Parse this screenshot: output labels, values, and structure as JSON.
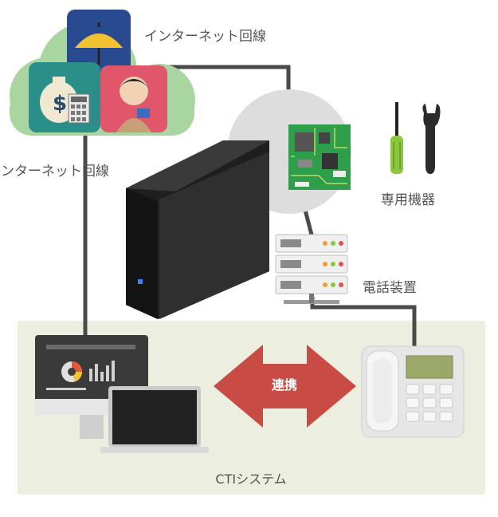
{
  "labels": {
    "internet_top": "インターネット回線",
    "internet_left": "インターネット回線",
    "dedicated_device": "専用機器",
    "phone_device": "電話装置",
    "link": "連携",
    "cti_system": "CTIシステム"
  },
  "colors": {
    "cloud": "#a9d6a0",
    "cti_panel": "#ecefdf",
    "arrow": "#c94b45",
    "server": "#2b2b2b",
    "line": "#4a4a4a"
  },
  "icons": [
    "umbrella-icon",
    "money-calculator-icon",
    "operator-icon",
    "circuit-board-icon",
    "screwdriver-icon",
    "wrench-icon",
    "server-rack-icon",
    "server-tower-icon",
    "desktop-monitor-icon",
    "laptop-icon",
    "desk-phone-icon"
  ]
}
